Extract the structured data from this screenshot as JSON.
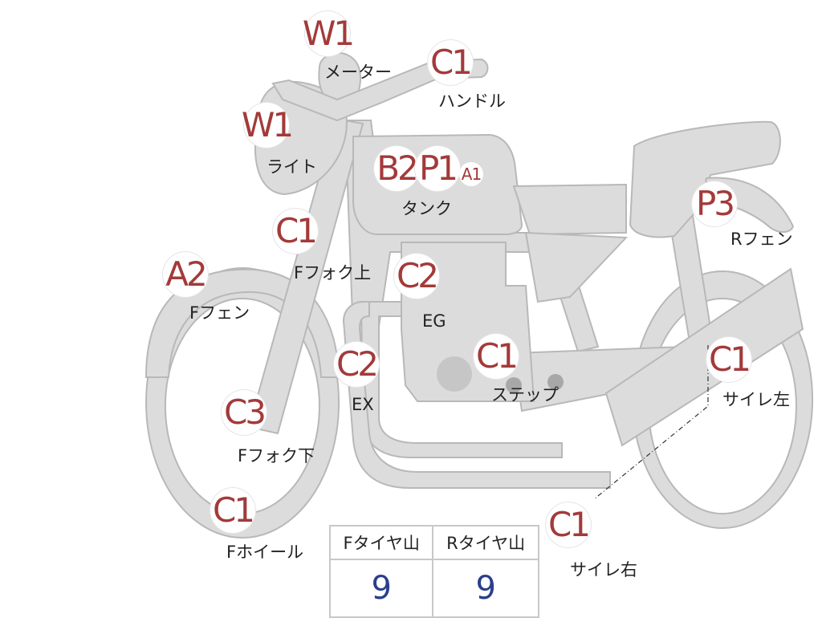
{
  "colors": {
    "body": "#dcdcdc",
    "outline": "#b8b8b8",
    "marker_text": "#a33a3a",
    "value_text": "#2b3f8c"
  },
  "markers": {
    "meter": "W1",
    "handle": "C1",
    "light": "W1",
    "tank_b": "B2",
    "tank_p": "P1",
    "tank_a": "A1",
    "rfender": "P3",
    "ffork_upper": "C1",
    "ffender": "A2",
    "engine": "C2",
    "exhaust": "C2",
    "step": "C1",
    "silencer_left": "C1",
    "ffork_lower": "C3",
    "fwheel": "C1",
    "silencer_right": "C1"
  },
  "labels": {
    "meter": "メーター",
    "handle": "ハンドル",
    "light": "ライト",
    "tank": "タンク",
    "rfender": "Rフェン",
    "ffork_upper": "Fフォク上",
    "ffender": "Fフェン",
    "engine": "EG",
    "exhaust": "EX",
    "step": "ステップ",
    "silencer_left": "サイレ左",
    "ffork_lower": "Fフォク下",
    "fwheel": "Fホイール",
    "silencer_right": "サイレ右"
  },
  "tire_table": {
    "front_header": "Fタイヤ山",
    "rear_header": "Rタイヤ山",
    "front_value": "9",
    "rear_value": "9"
  }
}
